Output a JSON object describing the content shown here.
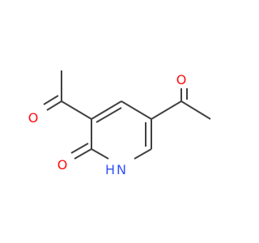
{
  "molecule": {
    "atoms": {
      "o1": {
        "label": "O",
        "color": "#ff0d0d"
      },
      "o2": {
        "label": "O",
        "color": "#ff0d0d"
      },
      "o3": {
        "label": "O",
        "color": "#ff0d0d"
      },
      "n1": {
        "label": "N",
        "color": "#3050f8"
      },
      "h1": {
        "label": "H",
        "color": "#3050f8"
      }
    },
    "bond_color": "#404040"
  }
}
